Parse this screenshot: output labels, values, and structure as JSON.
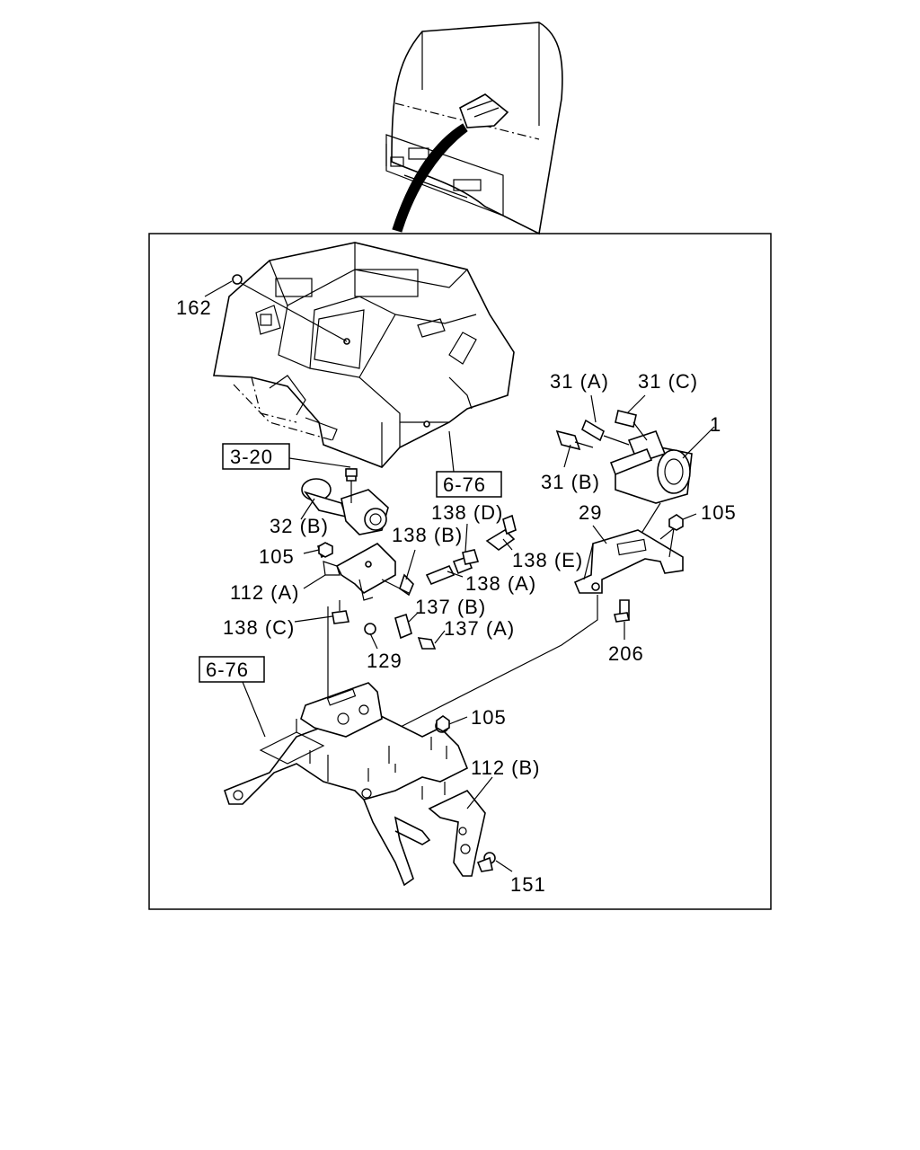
{
  "callouts": {
    "c162": "162",
    "c31a": "31 (A)",
    "c31c": "31 (C)",
    "c1": "1",
    "c31b": "31 (B)",
    "c29": "29",
    "c105_right": "105",
    "c206": "206",
    "c320": "3-20",
    "c676_top": "6-76",
    "c32b": "32 (B)",
    "c105_left": "105",
    "c112a": "112 (A)",
    "c138d": "138 (D)",
    "c138b": "138 (B)",
    "c138e": "138 (E)",
    "c138a": "138 (A)",
    "c137b": "137 (B)",
    "c137a": "137 (A)",
    "c138c": "138 (C)",
    "c129": "129",
    "c676_left": "6-76",
    "c105_mid": "105",
    "c112b": "112 (B)",
    "c151": "151"
  }
}
